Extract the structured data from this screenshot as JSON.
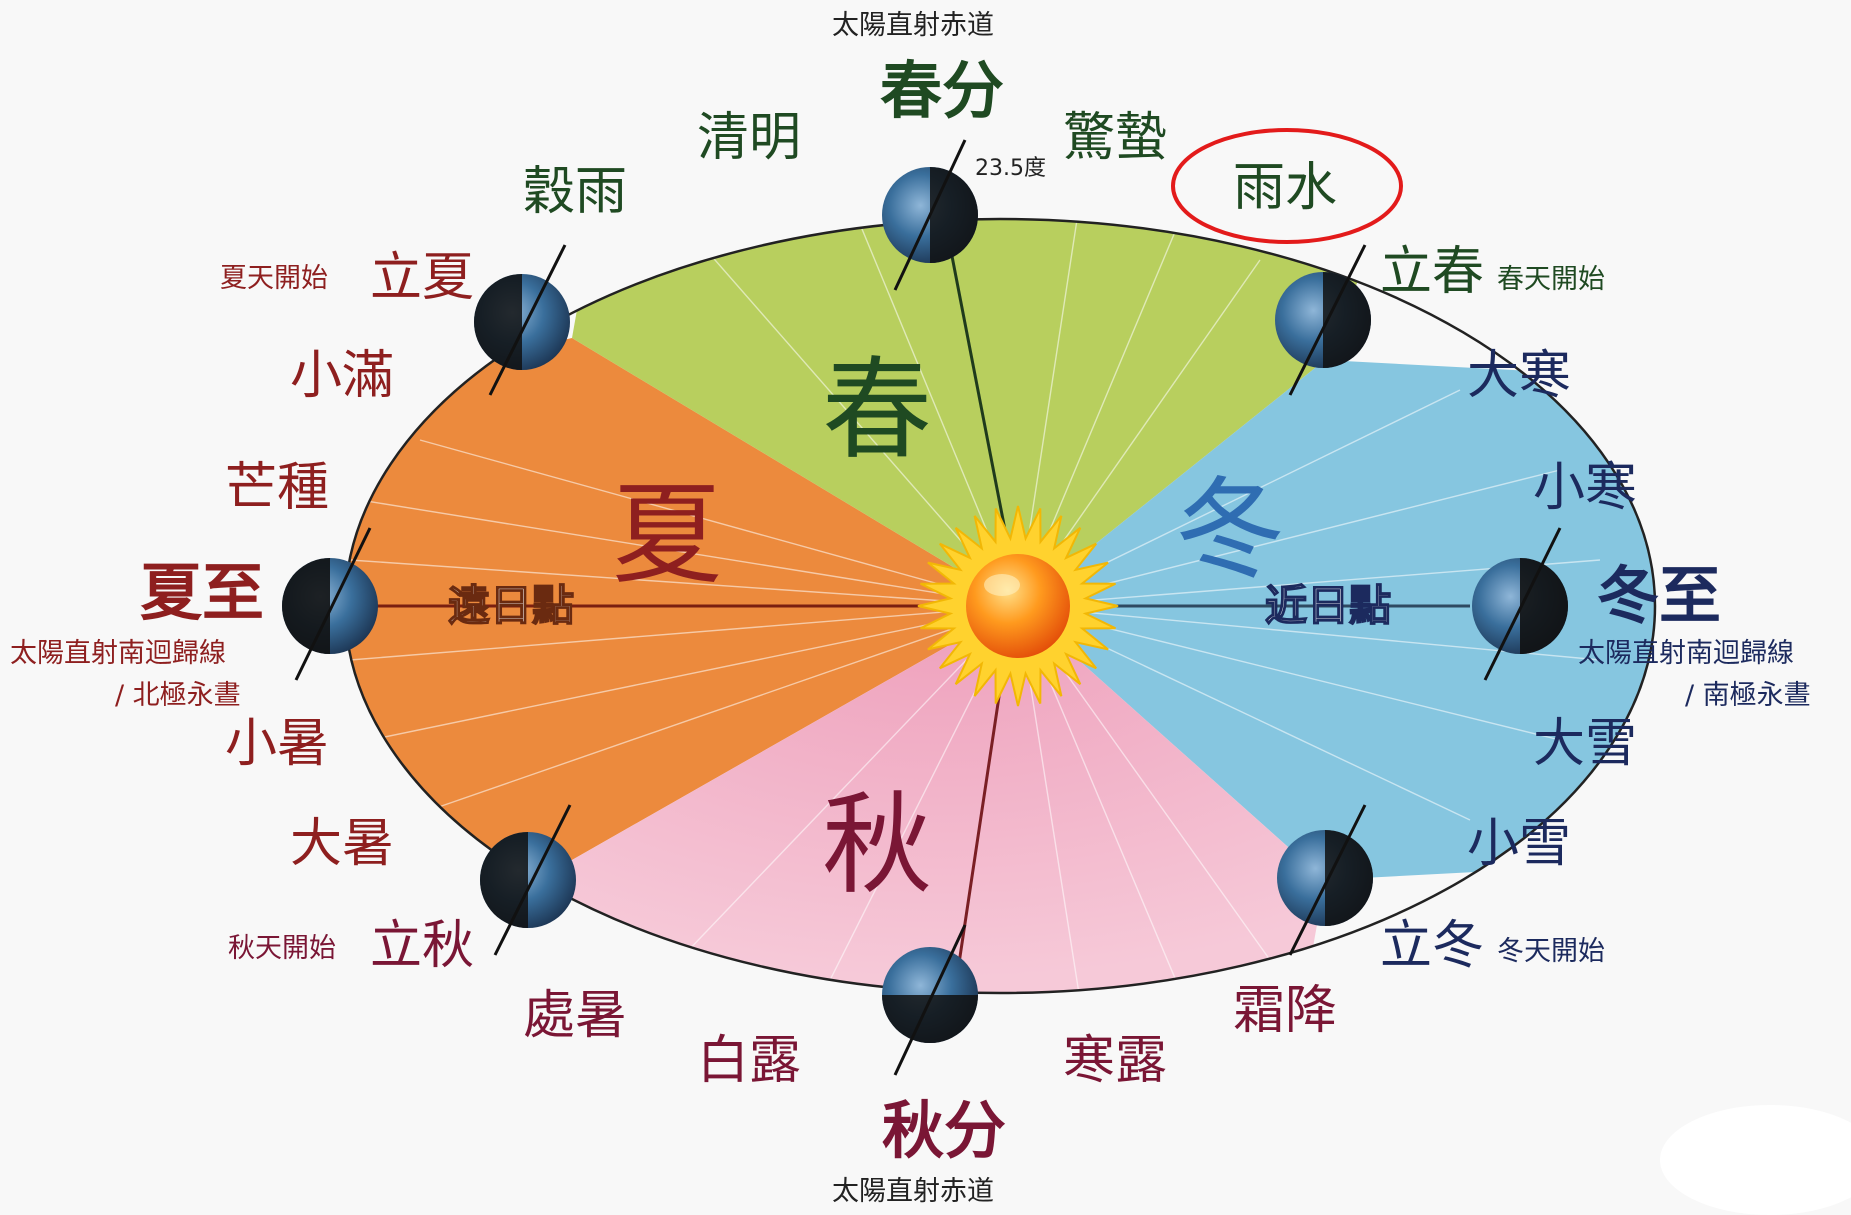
{
  "colors": {
    "spring": "#b8cf5e",
    "summer": "#ec8a3d",
    "autumn": "#f2b2c8",
    "winter": "#86c6e0",
    "spring_text": "#1f4a22",
    "summer_text": "#8e1f1f",
    "autumn_text": "#7a1635",
    "winter_text": "#1c2a5e",
    "highlight_circle": "#e31b1b"
  },
  "seasons": {
    "spring": "春",
    "summer": "夏",
    "autumn": "秋",
    "winter": "冬"
  },
  "points": {
    "aphelion": "遠日點",
    "perihelion": "近日點"
  },
  "cardinal": {
    "spring_equinox": {
      "name": "春分",
      "note": "太陽直射赤道"
    },
    "autumn_equinox": {
      "name": "秋分",
      "note": "太陽直射赤道"
    },
    "summer_solstice": {
      "name": "夏至",
      "note_line1": "太陽直射南迴歸線",
      "note_line2": "/ 北極永晝"
    },
    "winter_solstice": {
      "name": "冬至",
      "note_line1": "太陽直射南迴歸線",
      "note_line2": "/ 南極永晝"
    }
  },
  "tilt_label": "23.5度",
  "season_starts": {
    "spring": {
      "name": "立春",
      "note": "春天開始"
    },
    "summer": {
      "name": "立夏",
      "note": "夏天開始"
    },
    "autumn": {
      "name": "立秋",
      "note": "秋天開始"
    },
    "winter": {
      "name": "立冬",
      "note": "冬天開始"
    }
  },
  "terms": {
    "yushui": "雨水",
    "jingzhe": "驚蟄",
    "qingming": "清明",
    "guyu": "穀雨",
    "xiaoman": "小滿",
    "mangzhong": "芒種",
    "xiaoshu": "小暑",
    "dashu": "大暑",
    "chushu": "處暑",
    "bailu": "白露",
    "hanlu": "寒露",
    "shuangjiang": "霜降",
    "xiaoxue": "小雪",
    "daxue": "大雪",
    "xiaohan": "小寒",
    "dahan": "大寒"
  },
  "icons": {
    "earth": "earth-icon",
    "sun": "sun-icon",
    "highlight": "highlight-circle"
  }
}
